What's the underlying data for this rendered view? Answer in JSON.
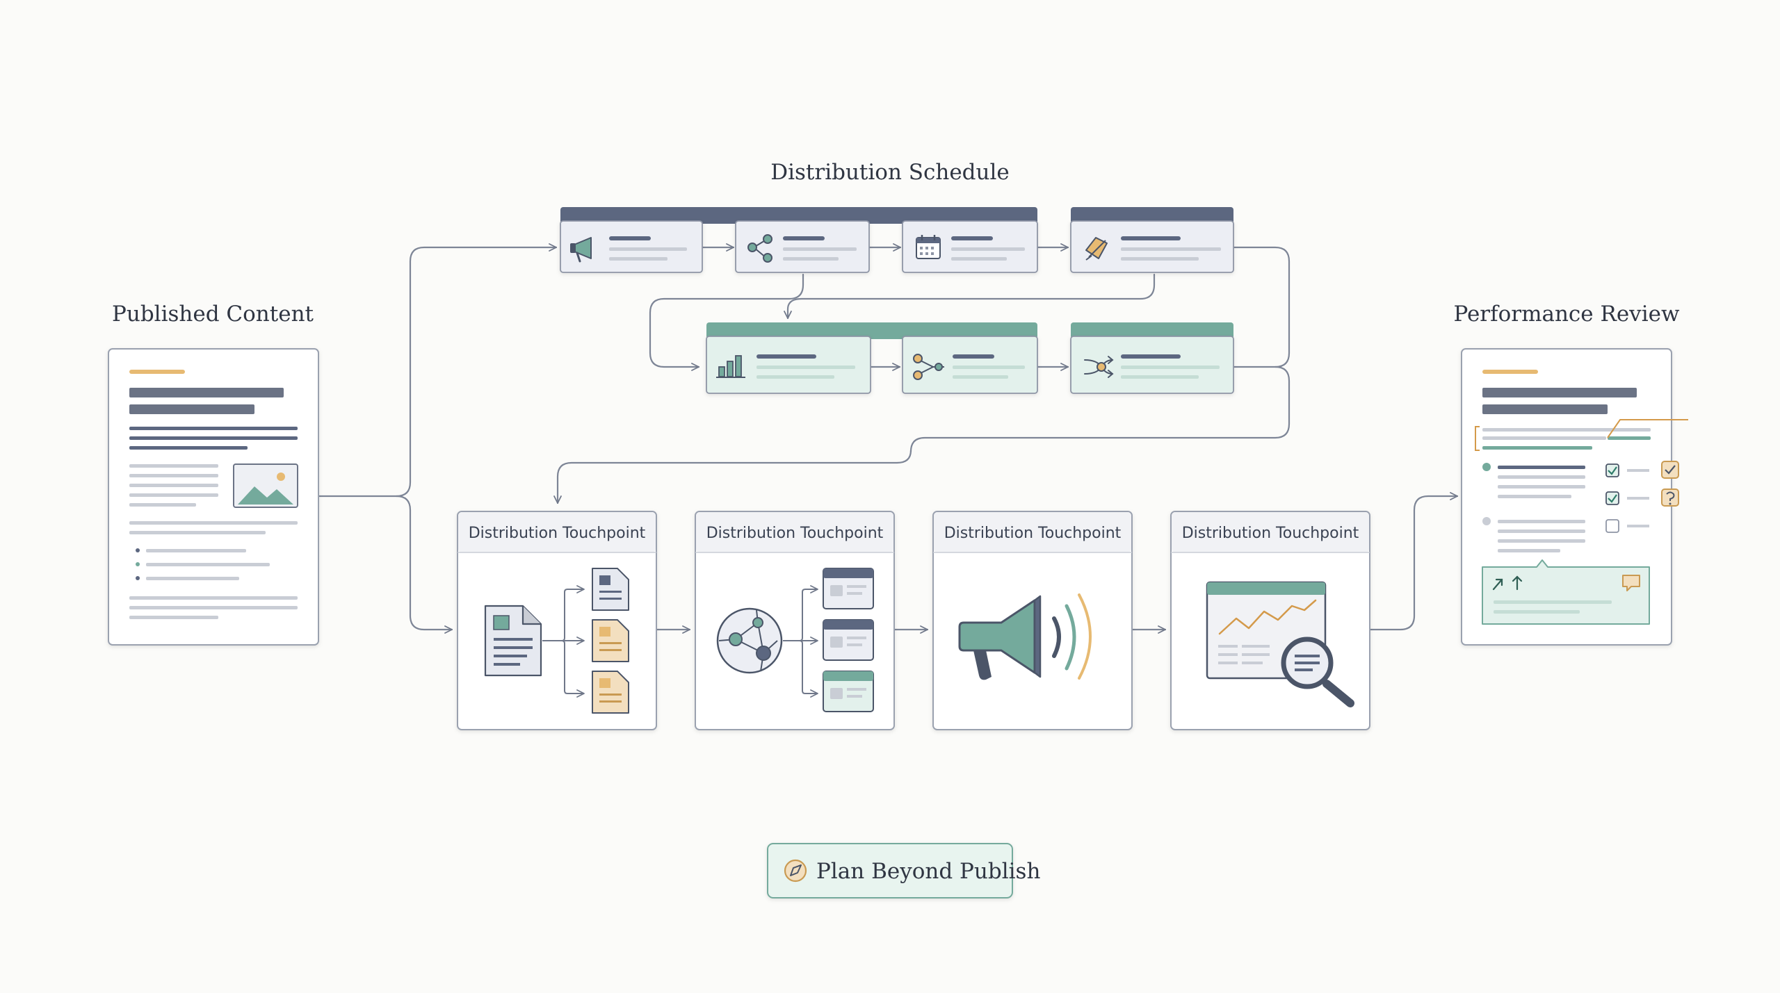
{
  "diagram": {
    "schedule_title": "Distribution Schedule",
    "published_title": "Published Content",
    "review_title": "Performance Review",
    "touchpoints": [
      {
        "label": "Distribution Touchpoint"
      },
      {
        "label": "Distribution Touchpoint"
      },
      {
        "label": "Distribution Touchpoint"
      },
      {
        "label": "Distribution Touchpoint"
      }
    ],
    "footer_pill": "Plan Beyond Publish",
    "colors": {
      "slate": "#5c6780",
      "teal": "#74aa9c",
      "amber": "#e7ba72",
      "card_bg": "#eceef4",
      "teal_bg": "#e3f1ec",
      "line": "#7d8596"
    },
    "icons": {
      "schedule_row1": [
        "megaphone-icon",
        "share-icon",
        "calendar-icon",
        "pencil-note-icon"
      ],
      "schedule_row2": [
        "bar-chart-icon",
        "branch-icon",
        "shuffle-icon"
      ],
      "footer": "compass-icon"
    }
  }
}
